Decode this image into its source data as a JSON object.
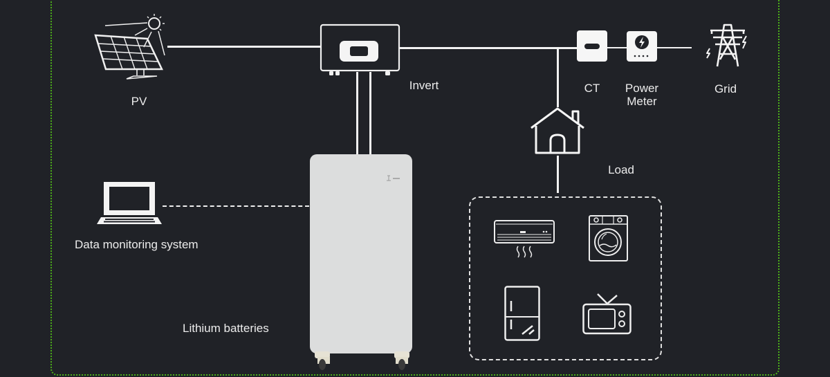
{
  "diagram": {
    "title": "Energy storage system wiring",
    "nodes": {
      "pv": {
        "label": "PV",
        "icon": "solar-panel-icon"
      },
      "inverter": {
        "label": "Invert",
        "icon": "inverter-icon"
      },
      "ct": {
        "label": "CT",
        "icon": "ct-sensor-icon"
      },
      "power_meter": {
        "label_line1": "Power",
        "label_line2": "Meter",
        "icon": "power-meter-icon"
      },
      "grid": {
        "label": "Grid",
        "icon": "transmission-tower-icon"
      },
      "load": {
        "label": "Load",
        "icon": "house-icon"
      },
      "monitor": {
        "label": "Data monitoring system",
        "icon": "laptop-icon"
      },
      "battery": {
        "label": "Lithium batteries",
        "icon": "battery-cabinet-icon"
      }
    },
    "appliances": [
      {
        "name": "air-conditioner",
        "icon": "air-conditioner-icon"
      },
      {
        "name": "washing-machine",
        "icon": "washing-machine-icon"
      },
      {
        "name": "refrigerator",
        "icon": "refrigerator-icon"
      },
      {
        "name": "television",
        "icon": "television-icon"
      }
    ],
    "connections": [
      {
        "from": "pv",
        "to": "inverter",
        "style": "solid"
      },
      {
        "from": "inverter",
        "to": "ct",
        "style": "solid"
      },
      {
        "from": "ct",
        "to": "power_meter",
        "style": "solid"
      },
      {
        "from": "power_meter",
        "to": "grid",
        "style": "solid"
      },
      {
        "from": "inverter",
        "to": "load",
        "style": "solid"
      },
      {
        "from": "inverter",
        "to": "battery",
        "style": "solid"
      },
      {
        "from": "monitor",
        "to": "battery",
        "style": "dashed"
      }
    ],
    "colors": {
      "background": "#202227",
      "border": "#4caf1a",
      "line": "#f2f2f2",
      "battery": "#dcdddd"
    }
  }
}
